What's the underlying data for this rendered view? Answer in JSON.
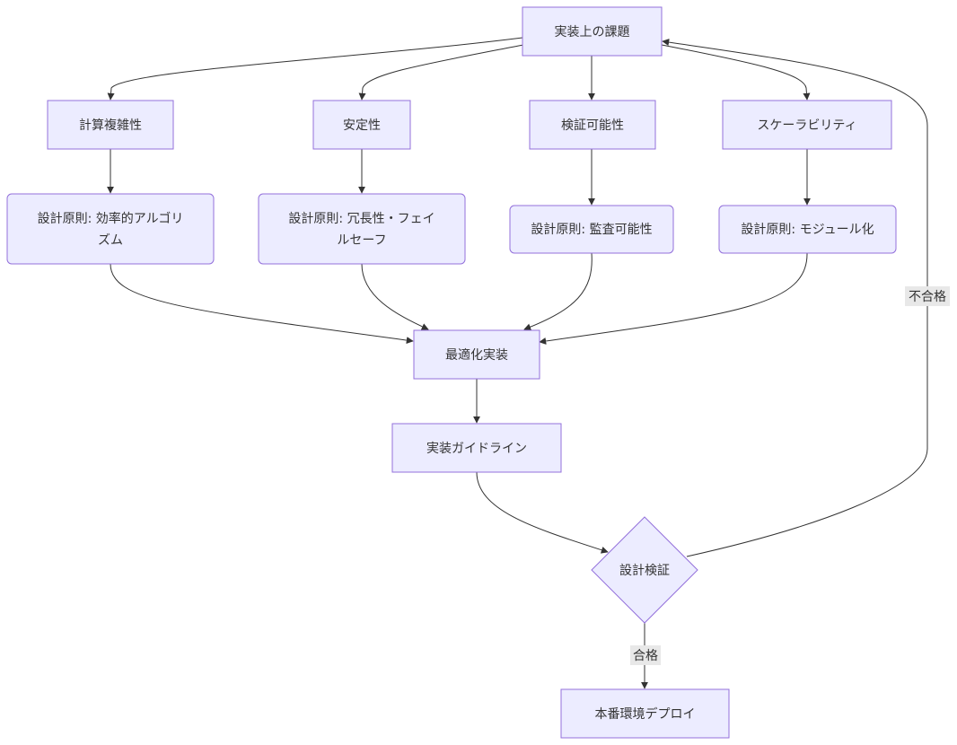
{
  "nodes": {
    "challenges": "実装上の課題",
    "complexity": "計算複雑性",
    "stability": "安定性",
    "verifiability": "検証可能性",
    "scalability": "スケーラビリティ",
    "principle_efficient": [
      "設計原則: 効率的アルゴリ",
      "ズム"
    ],
    "principle_redundancy": [
      "設計原則: 冗長性・フェイ",
      "ルセーフ"
    ],
    "principle_audit": "設計原則: 監査可能性",
    "principle_modular": "設計原則: モジュール化",
    "optimized_impl": "最適化実装",
    "impl_guideline": "実装ガイドライン",
    "design_verification": "設計検証",
    "production_deploy": "本番環境デプロイ"
  },
  "edges": {
    "pass_label": "合格",
    "fail_label": "不合格"
  }
}
